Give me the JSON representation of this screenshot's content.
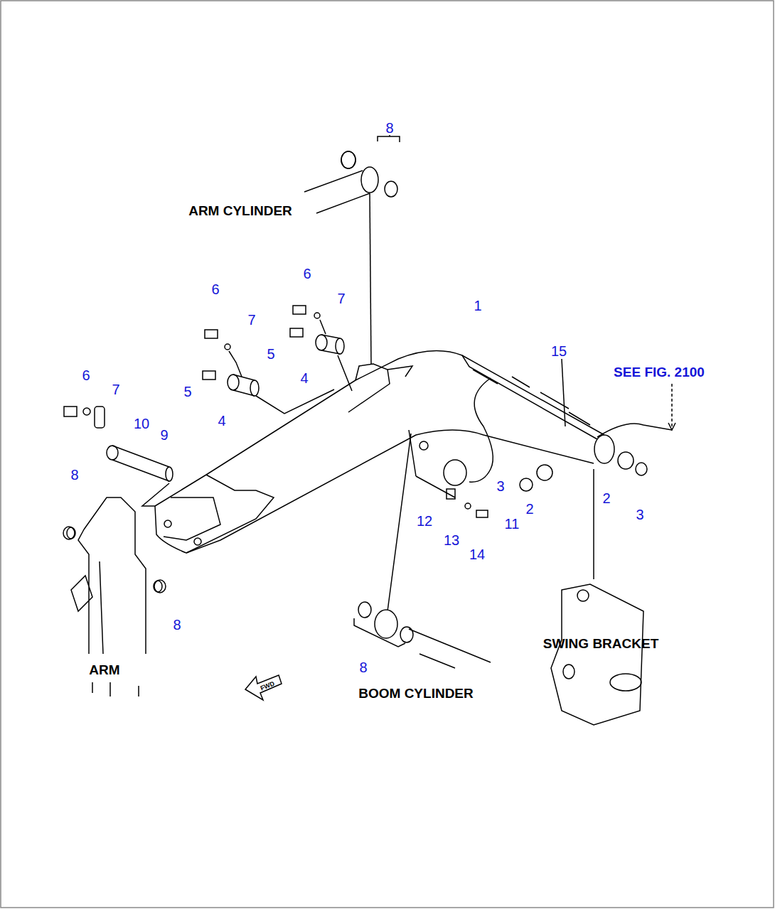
{
  "diagram": {
    "labels": [
      "8",
      "ARM CYLINDER",
      "6",
      "7",
      "6",
      "7",
      "5",
      "4",
      "5",
      "4",
      "1",
      "15",
      "SEE FIG. 2100",
      "6",
      "7",
      "10",
      "9",
      "8",
      "3",
      "2",
      "2",
      "3",
      "12",
      "11",
      "13",
      "14",
      "8",
      "8",
      "ARM",
      "BOOM CYLINDER",
      "SWING BRACKET",
      "FWD"
    ]
  }
}
